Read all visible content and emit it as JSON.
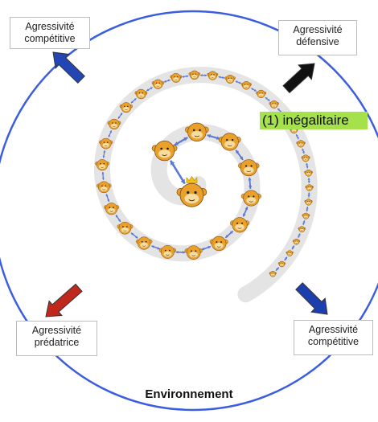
{
  "labels": {
    "top_left": {
      "line1": "Agressivité",
      "line2": "compétitive"
    },
    "top_right": {
      "line1": "Agressivité",
      "line2": "défensive"
    },
    "bottom_left": {
      "line1": "Agressivité",
      "line2": "prédatrice"
    },
    "bottom_right": {
      "line1": "Agressivité",
      "line2": "compétitive"
    },
    "highlight": "(1) inégalitaire",
    "environment": "Environnement"
  },
  "colors": {
    "circle": "#3b5ee0",
    "spiral_band": "#e4e4e4",
    "arrow_link": "#5b77d6",
    "monkey_face": "#e9a12b",
    "arrow_blue": "#2346b5",
    "arrow_black": "#111111",
    "arrow_red": "#c0281e",
    "arrow_navy": "#1c3fb0",
    "highlight_bg": "#a4e14a"
  },
  "icons": [
    "monkey-face-icon",
    "crown-icon",
    "double-arrow-icon"
  ]
}
